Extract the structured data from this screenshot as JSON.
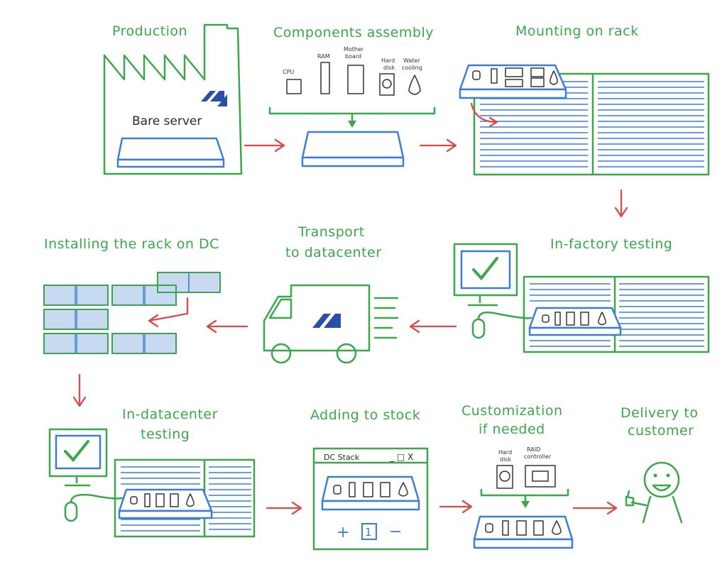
{
  "stages": {
    "production": "Production",
    "bare_server": "Bare server",
    "components_assembly": "Components assembly",
    "mounting": "Mounting on rack",
    "factory_testing": "In-factory testing",
    "transport_1": "Transport",
    "transport_2": "to datacenter",
    "installing": "Installing the rack on DC",
    "dc_testing_1": "In-datacenter",
    "dc_testing_2": "testing",
    "adding_stock": "Adding to stock",
    "custom_1": "Customization",
    "custom_2": "if needed",
    "delivery_1": "Delivery to",
    "delivery_2": "customer"
  },
  "components": {
    "cpu": "CPU",
    "ram": "RAM",
    "mb_1": "Mother",
    "mb_2": "board",
    "hd_1": "Hard",
    "hd_2": "disk",
    "wc_1": "Water",
    "wc_2": "cooling"
  },
  "custom_parts": {
    "hd_1": "Hard",
    "hd_2": "disk",
    "raid_1": "RAID",
    "raid_2": "controller"
  },
  "stock_window": {
    "title": "DC Stack",
    "controls": "_ □ X",
    "plus": "+",
    "minus": "−",
    "count": "1"
  },
  "colors": {
    "green": "#3aa84a",
    "blue": "#3a7fd5",
    "red": "#d94b4b",
    "logo": "#2b4ea8"
  },
  "icons": [
    "factory-icon",
    "server-icon",
    "rack-icon",
    "monitor-check-icon",
    "mouse-icon",
    "truck-icon",
    "smiley-customer-icon",
    "logo-icon",
    "arrow-icon"
  ]
}
